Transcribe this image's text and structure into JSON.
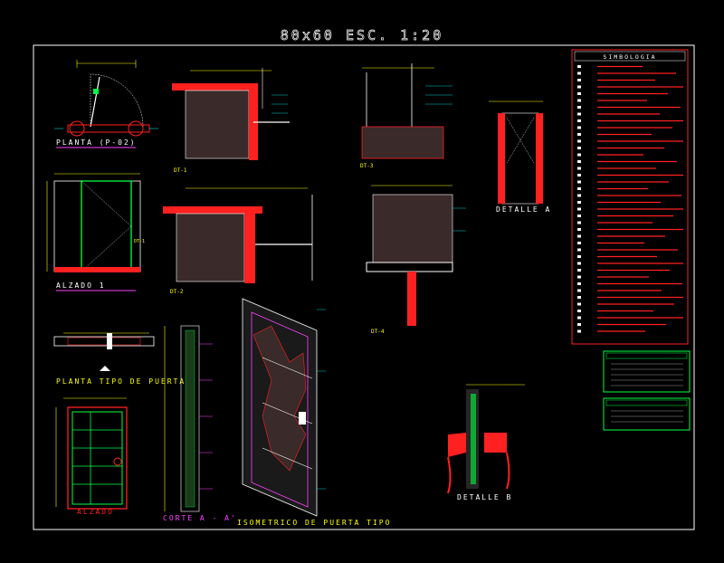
{
  "sheet": {
    "title": "80x60 ESC. 1:20"
  },
  "views": {
    "planta": "PLANTA (P-02)",
    "alzado1": "ALZADO 1",
    "planta_puerta": "PLANTA TIPO DE PUERTA",
    "alzado": "ALZADO",
    "corte": "CORTE A - A'",
    "isometrico": "ISOMETRICO DE PUERTA TIPO",
    "detalle_a": "DETALLE A",
    "detalle_b": "DETALLE B",
    "dt1": "DT-1",
    "dt2": "DT-2",
    "dt3": "DT-3",
    "dt4": "DT-4"
  },
  "legend": {
    "title": "SIMBOLOGIA",
    "title_small": "NOTAS"
  },
  "colors": {
    "frame": "#ffffff",
    "red": "#ff2020",
    "yellow": "#ffff00",
    "cyan": "#00ffff",
    "green": "#00ff40",
    "magenta": "#ff40ff"
  }
}
